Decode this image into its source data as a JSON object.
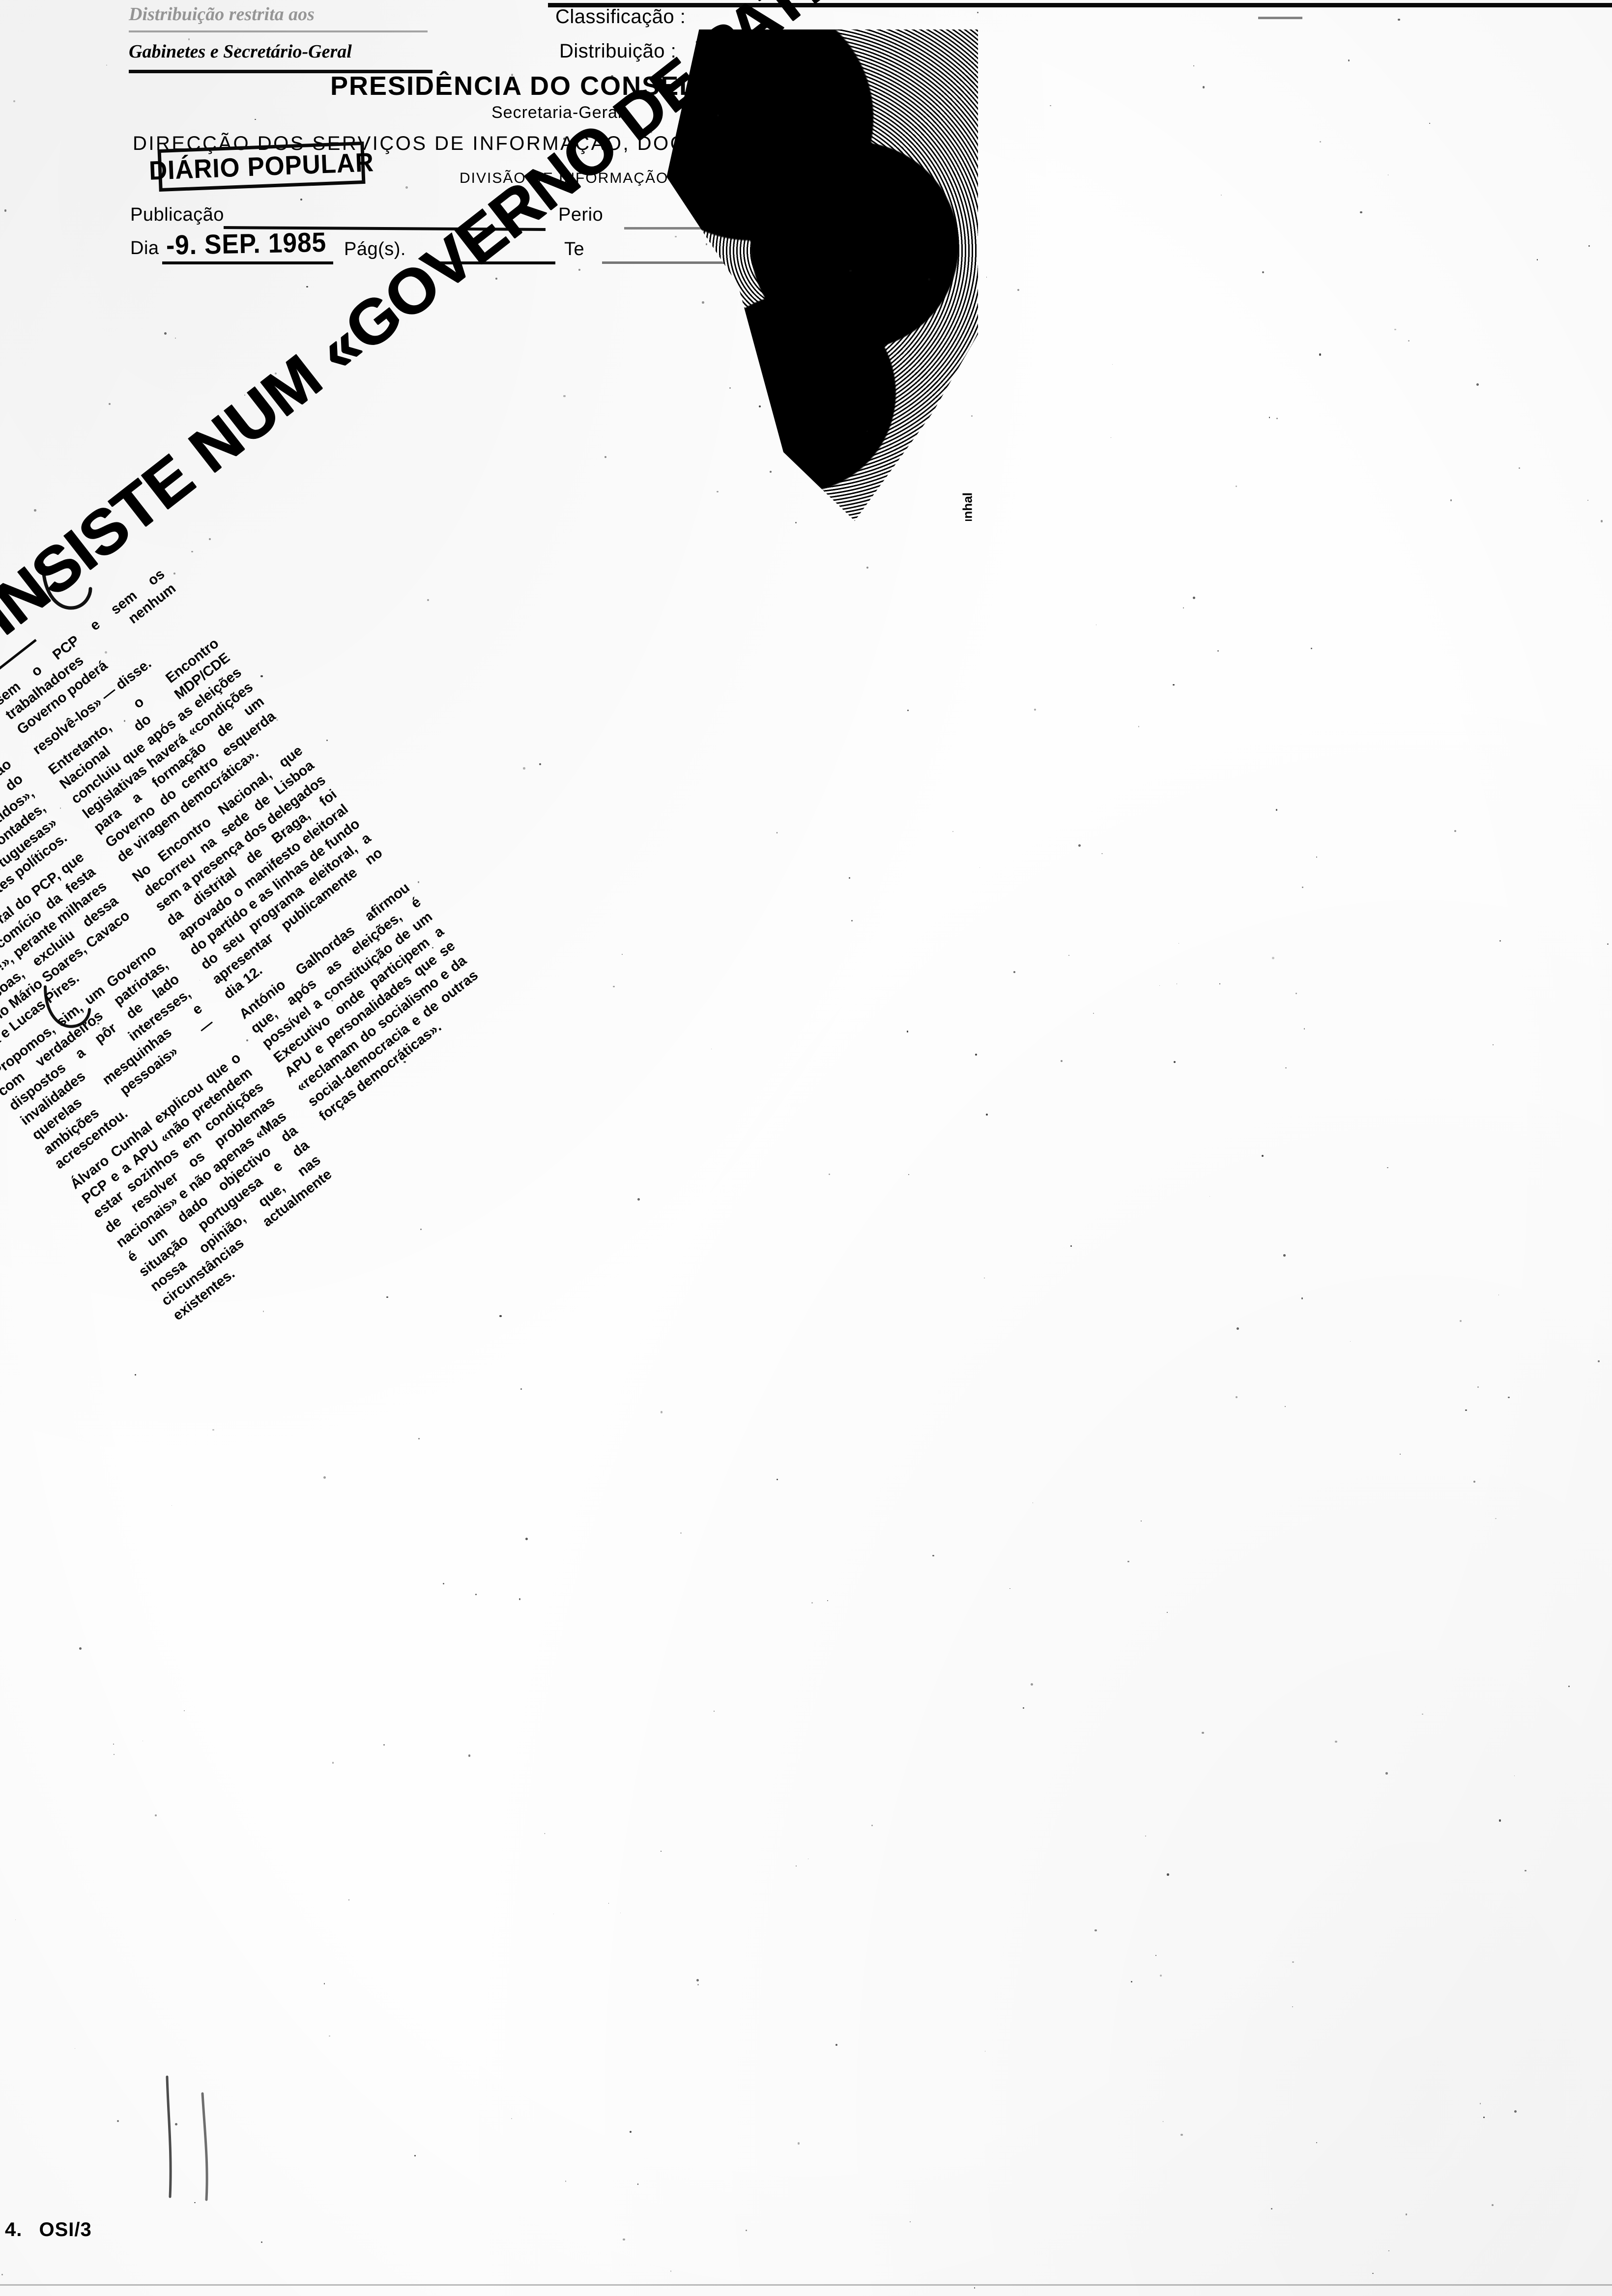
{
  "form": {
    "distribution_note_line1": "Distribuição restrita aos",
    "distribution_note_line2": "Gabinetes e Secretário-Geral",
    "classificacao_label": "Classificação :",
    "distribuicao_label": "Distribuição :",
    "org_line1": "PRESIDÊNCIA DO CONSELHO DE MINISTROS",
    "org_line2": "Secretaria-Geral",
    "org_line3": "DIRECÇÃO DOS SERVIÇOS DE INFORMAÇÃO, DOCUMENTAÇÃO E ARQUIVO",
    "division_label": "DIVISÃO DE INFORMAÇÃO",
    "publication_stamp": "DIÁRIO POPULAR",
    "publicacao_label": "Publicação",
    "periodicidade_label": "Perio",
    "dia_label": "Dia",
    "dia_value": "-9. SEP. 1985",
    "pags_label": "Pág(s).",
    "tema_label": "Te",
    "form_code": "OSI/3",
    "form_code_prefix": "4."
  },
  "clipping": {
    "headline": "CUNHAL INSISTE NUM «GOVERNO DE PATRIOTAS»",
    "photo_caption": "Álvaro Cunhal",
    "columns": [
      {
        "paragraphs": [
          "Álvaro Cunhal defendeu ontem a participação do PCP num Governo democrático de salvação nacional, que não será «um Governo do conglomerado de partidos», mas de «junção de vontades, competência da portuguesas» de vários quadrantes políticos.",
          "O secretário-geral do PCP, que falava num comício da festa do «Avante!», perante milhares de pessoas, excluiu dessa Governo Mário Soares, Cavaco Silva e Lucas Pires.",
          "«Propomos, sim, um Governo com verdadeiros patriotas, dispostos a pôr de lado invalidades interesses, querelas mesquinhas e ambições pessoais» — acrescentou.",
          "Álvaro Cunhal explicou que o PCP e a APU «não pretendem estar sozinhos em condições de resolver os problemas nacionais» e não apenas «Mas é um dado objectivo da situação portuguesa e da nossa opinião, que, nas circunstâncias actualmente existentes."
        ]
      },
      {
        "paragraphs": [
          "resolvê-los» — disse.",
          "sem o PCP e sem os trabalhadores nenhum Governo poderá",
          "Entretanto, o Encontro Nacional do MDP/CDE concluiu que após as eleições legislativas haverá «condições para a formação de um Governo do centro esquerda de viragem democrática».",
          "No Encontro Nacional, que decorreu na sede de Lisboa sem a presença dos delegados da distrital de Braga, foi aprovado o manifesto eleitoral do partido e as linhas de fundo do seu programa eleitoral, a apresentar publicamente no dia 12.",
          "António Galhordas afirmou que, após as eleições, é possível a constituição de um Executivo onde participem a APU e personalidades que se «reclamam do socialismo e da social-democracia e de outras forças democráticas»."
        ]
      }
    ]
  }
}
